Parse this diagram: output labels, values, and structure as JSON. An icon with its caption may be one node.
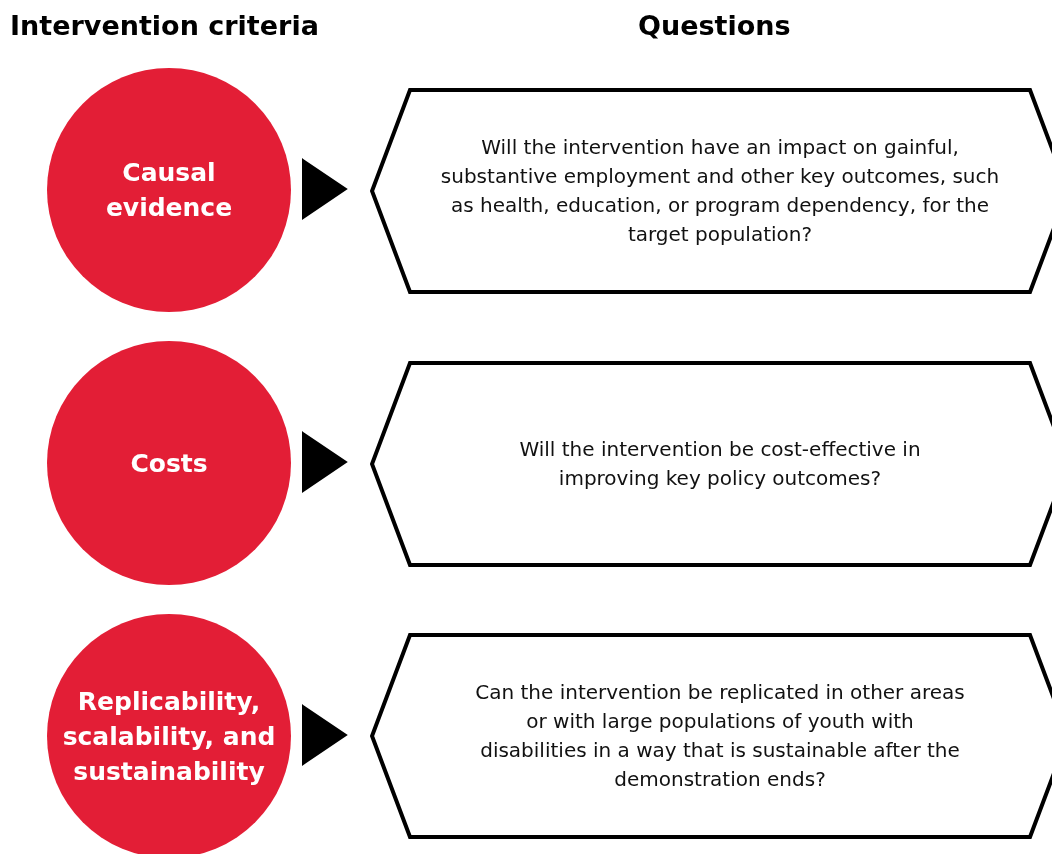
{
  "diagram": {
    "nodes": [
      {
        "text": [
          "Causal evidence"
        ]
      },
      {
        "text": [
          "Will the intervention have an impact on gainful, substantive employment and other key outcomes, such as health, education, or program dependency, for the target population?"
        ]
      },
      {
        "text": [
          "Costs"
        ]
      },
      {
        "text": [
          "Will the intervention be cost-effective in improving key policy outcomes?"
        ]
      },
      {
        "text": [
          "Replicability, scalability, and sustainability"
        ]
      },
      {
        "text": [
          "Can the intervention be replicated in other areas or with large populations of youth with disabilities in a way that is sustainable after the demonstration ends?"
        ]
      }
    ],
    "edges": [
      {
        "from": 0,
        "to": 1,
        "arrow": "to"
      },
      {
        "from": 2,
        "to": 3,
        "arrow": "to"
      },
      {
        "from": 4,
        "to": 5,
        "arrow": "to"
      }
    ],
    "labels": [
      "Intervention criteria",
      "Questions"
    ]
  }
}
